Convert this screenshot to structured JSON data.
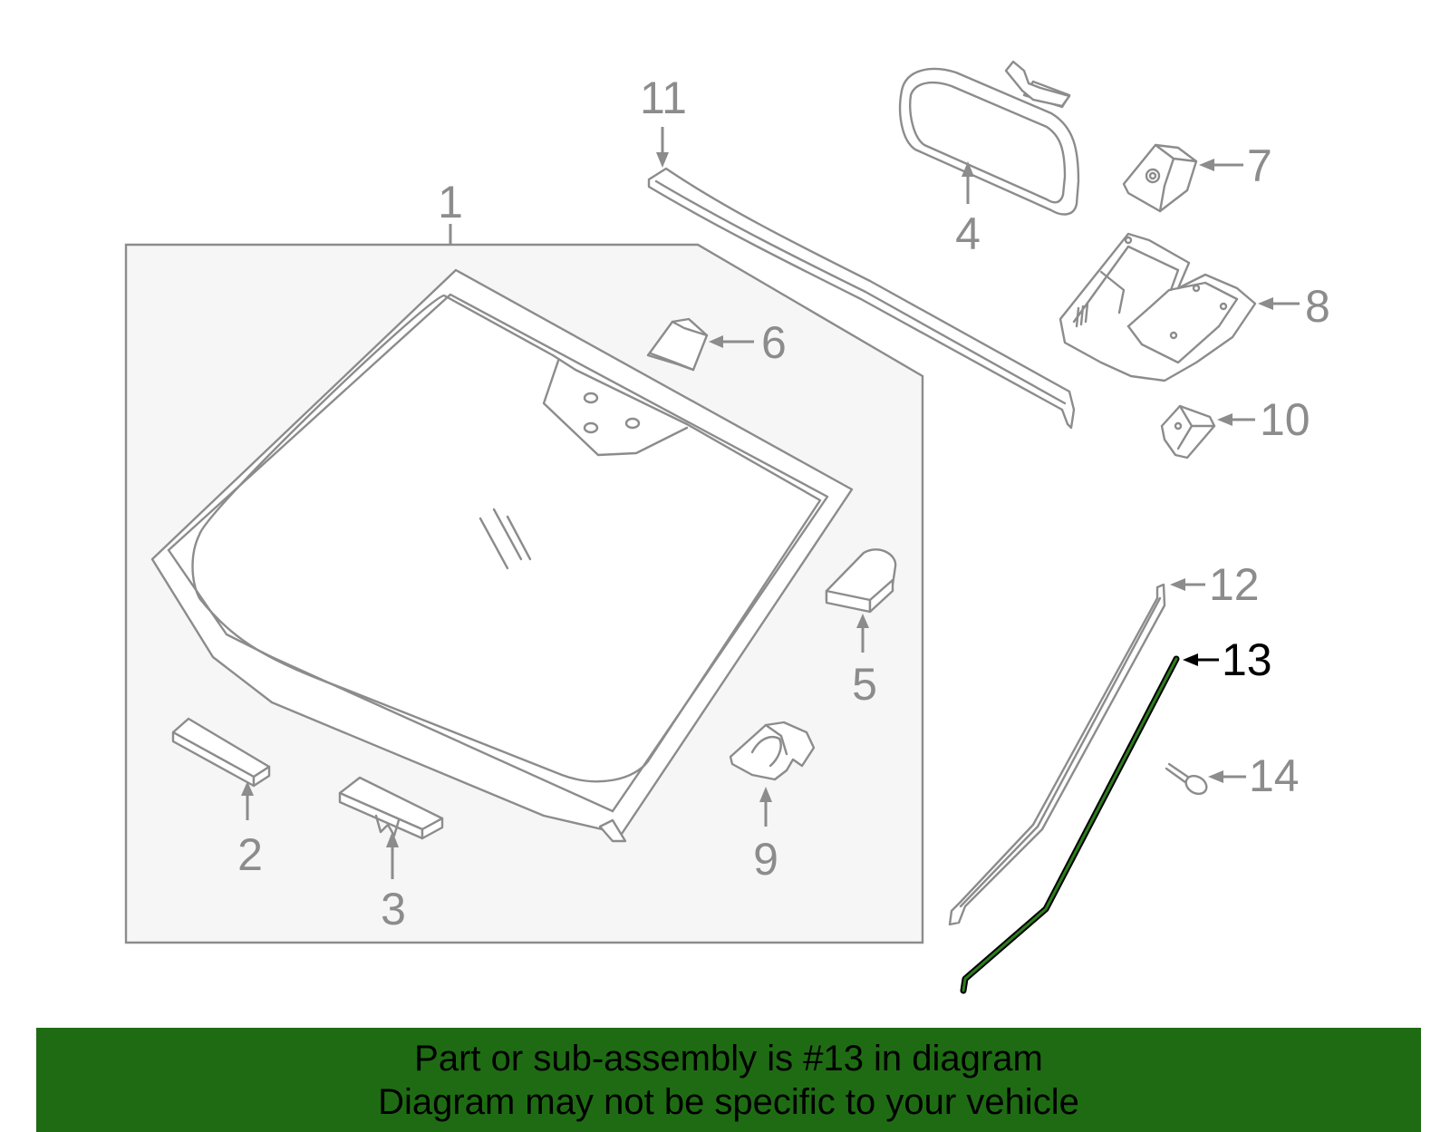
{
  "callouts": [
    {
      "id": "1",
      "label": "1"
    },
    {
      "id": "2",
      "label": "2"
    },
    {
      "id": "3",
      "label": "3"
    },
    {
      "id": "4",
      "label": "4"
    },
    {
      "id": "5",
      "label": "5"
    },
    {
      "id": "6",
      "label": "6"
    },
    {
      "id": "7",
      "label": "7"
    },
    {
      "id": "8",
      "label": "8"
    },
    {
      "id": "9",
      "label": "9"
    },
    {
      "id": "10",
      "label": "10"
    },
    {
      "id": "11",
      "label": "11"
    },
    {
      "id": "12",
      "label": "12"
    },
    {
      "id": "13",
      "label": "13"
    },
    {
      "id": "14",
      "label": "14"
    }
  ],
  "highlighted_part": "13",
  "banner": {
    "line1": "Part or sub-assembly is #13 in diagram",
    "line2": "Diagram may not be specific to your vehicle"
  },
  "colors": {
    "banner_bg": "#1f6b14",
    "highlight_stroke": "#2e7d1e",
    "part_stroke": "#8c8c8c",
    "panel_fill": "#f6f6f6"
  }
}
